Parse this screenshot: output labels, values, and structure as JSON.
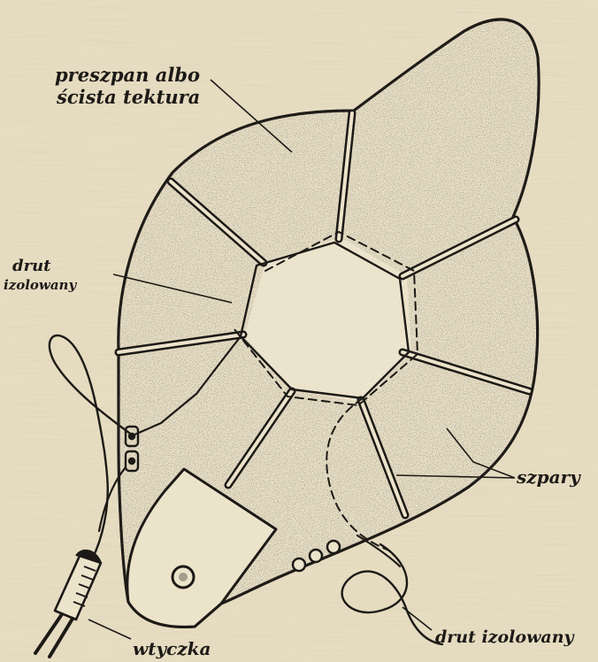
{
  "colors": {
    "paper": "#e6dcc1",
    "paper_grain": "#d8cba9",
    "ink": "#1c1a16",
    "slit_gap": "#ece3cb"
  },
  "labels": {
    "board_line1": "preszpan albo",
    "board_line2": "ścista tektura",
    "wire_left_line1": "drut",
    "wire_left_line2": "izolowany",
    "slits": "szpary",
    "wire_bottom": "drut izolowany",
    "plug": "wtyczka"
  }
}
